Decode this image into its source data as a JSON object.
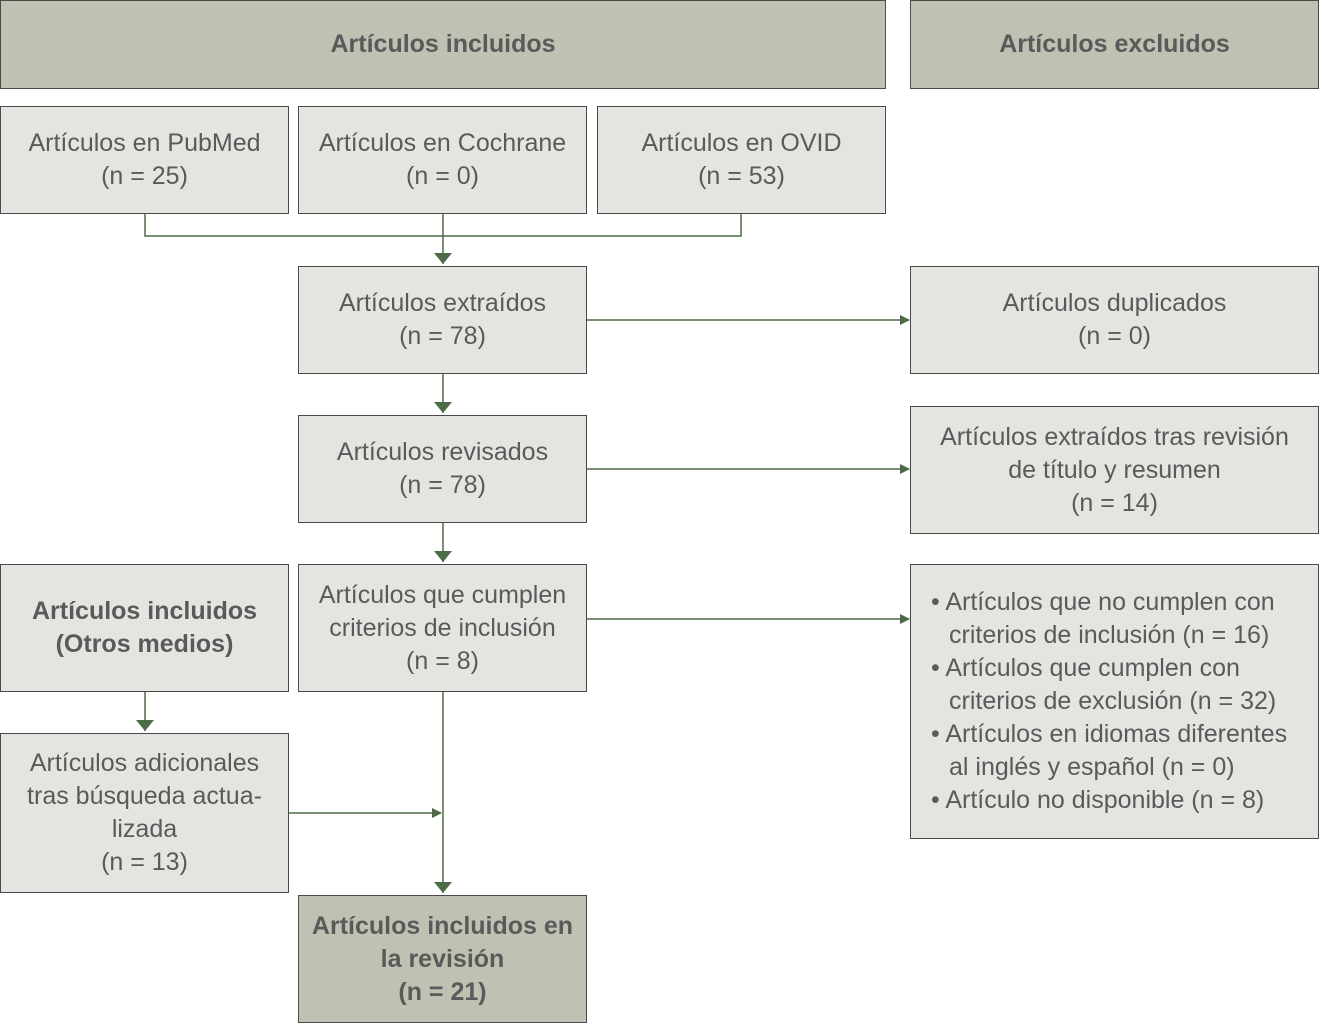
{
  "headers": {
    "included": "Artículos incluidos",
    "excluded": "Artículos excluidos"
  },
  "sources": {
    "pubmed": {
      "line1": "Artículos en PubMed",
      "count": "(n = 25)"
    },
    "cochrane": {
      "line1": "Artículos en Cochrane",
      "count": "(n = 0)"
    },
    "ovid": {
      "line1": "Artículos en OVID",
      "count": "(n = 53)"
    }
  },
  "extracted": {
    "line1": "Artículos extraídos",
    "count": "(n = 78)"
  },
  "duplicates": {
    "line1": "Artículos duplicados",
    "count": "(n = 0)"
  },
  "reviewed": {
    "line1": "Artículos revisados",
    "count": "(n = 78)"
  },
  "excluded_title": {
    "line1": "Artículos extraídos tras revisión",
    "line2": "de título y resumen",
    "count": "(n = 14)"
  },
  "inclusion": {
    "line1": "Artículos que cumplen",
    "line2": "criterios de inclusión",
    "count": "(n = 8)"
  },
  "other_means": {
    "line1": "Artículos incluidos",
    "line2": "(Otros medios)"
  },
  "additional": {
    "line1": "Artículos adicionales",
    "line2": "tras búsqueda actua-",
    "line3": "lizada",
    "count": "(n = 13)"
  },
  "exclusion_reasons": [
    {
      "line1": "• Artículos que no cumplen con",
      "line2": "criterios de inclusión (n = 16)"
    },
    {
      "line1": "• Artículos que cumplen con",
      "line2": "criterios de exclusión (n = 32)"
    },
    {
      "line1": "• Artículos en idiomas diferentes",
      "line2": "al inglés y español (n = 0)"
    },
    {
      "line1": "• Artículo no disponible (n = 8)",
      "line2": ""
    }
  ],
  "final": {
    "line1": "Artículos incluidos en",
    "line2": "la revisión",
    "count": "(n = 21)"
  },
  "colors": {
    "header_fill": "#bfc1b3",
    "box_fill": "#e4e5e1",
    "arrow": "#4d6b46",
    "text": "#5a5a5a"
  }
}
